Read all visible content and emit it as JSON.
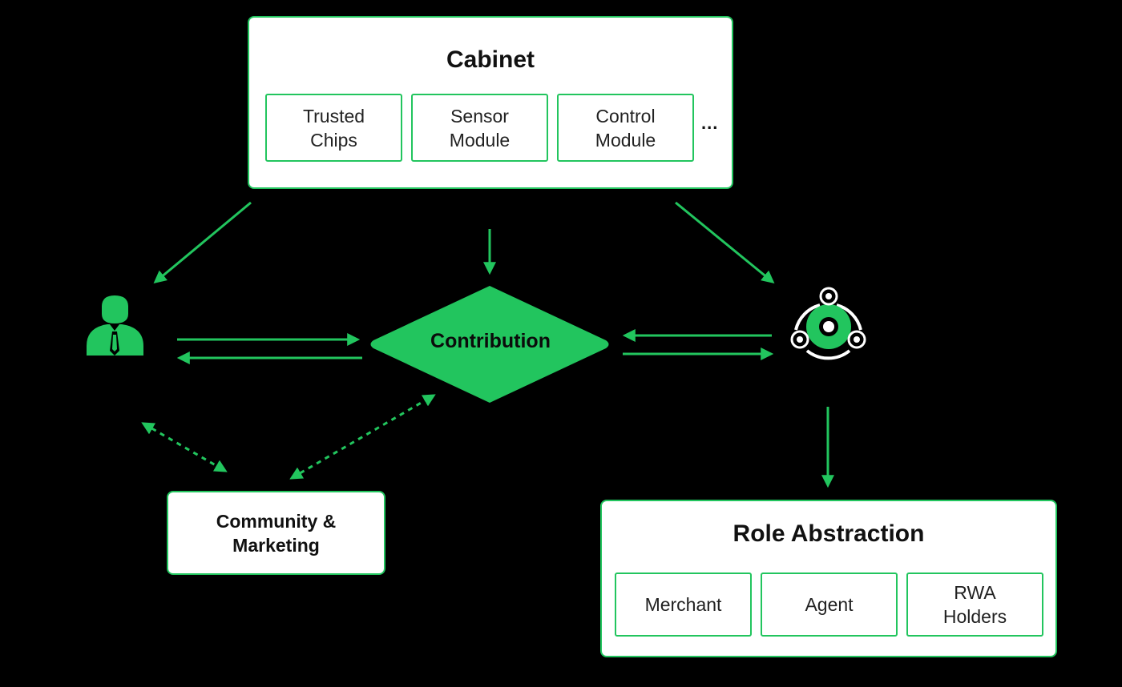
{
  "cabinet": {
    "title": "Cabinet",
    "modules": [
      {
        "label": "Trusted\nChips"
      },
      {
        "label": "Sensor\nModule"
      },
      {
        "label": "Control\nModule"
      }
    ],
    "more": "..."
  },
  "contribution": {
    "label": "Contribution"
  },
  "community": {
    "label": "Community &\nMarketing"
  },
  "role_abstraction": {
    "title": "Role Abstraction",
    "roles": [
      {
        "label": "Merchant"
      },
      {
        "label": "Agent"
      },
      {
        "label": "RWA\nHolders"
      }
    ]
  },
  "icons": {
    "user": "user-with-tie-icon",
    "network": "network-node-icon"
  },
  "colors": {
    "accent": "#22c55e",
    "background": "#000000",
    "box": "#ffffff"
  }
}
